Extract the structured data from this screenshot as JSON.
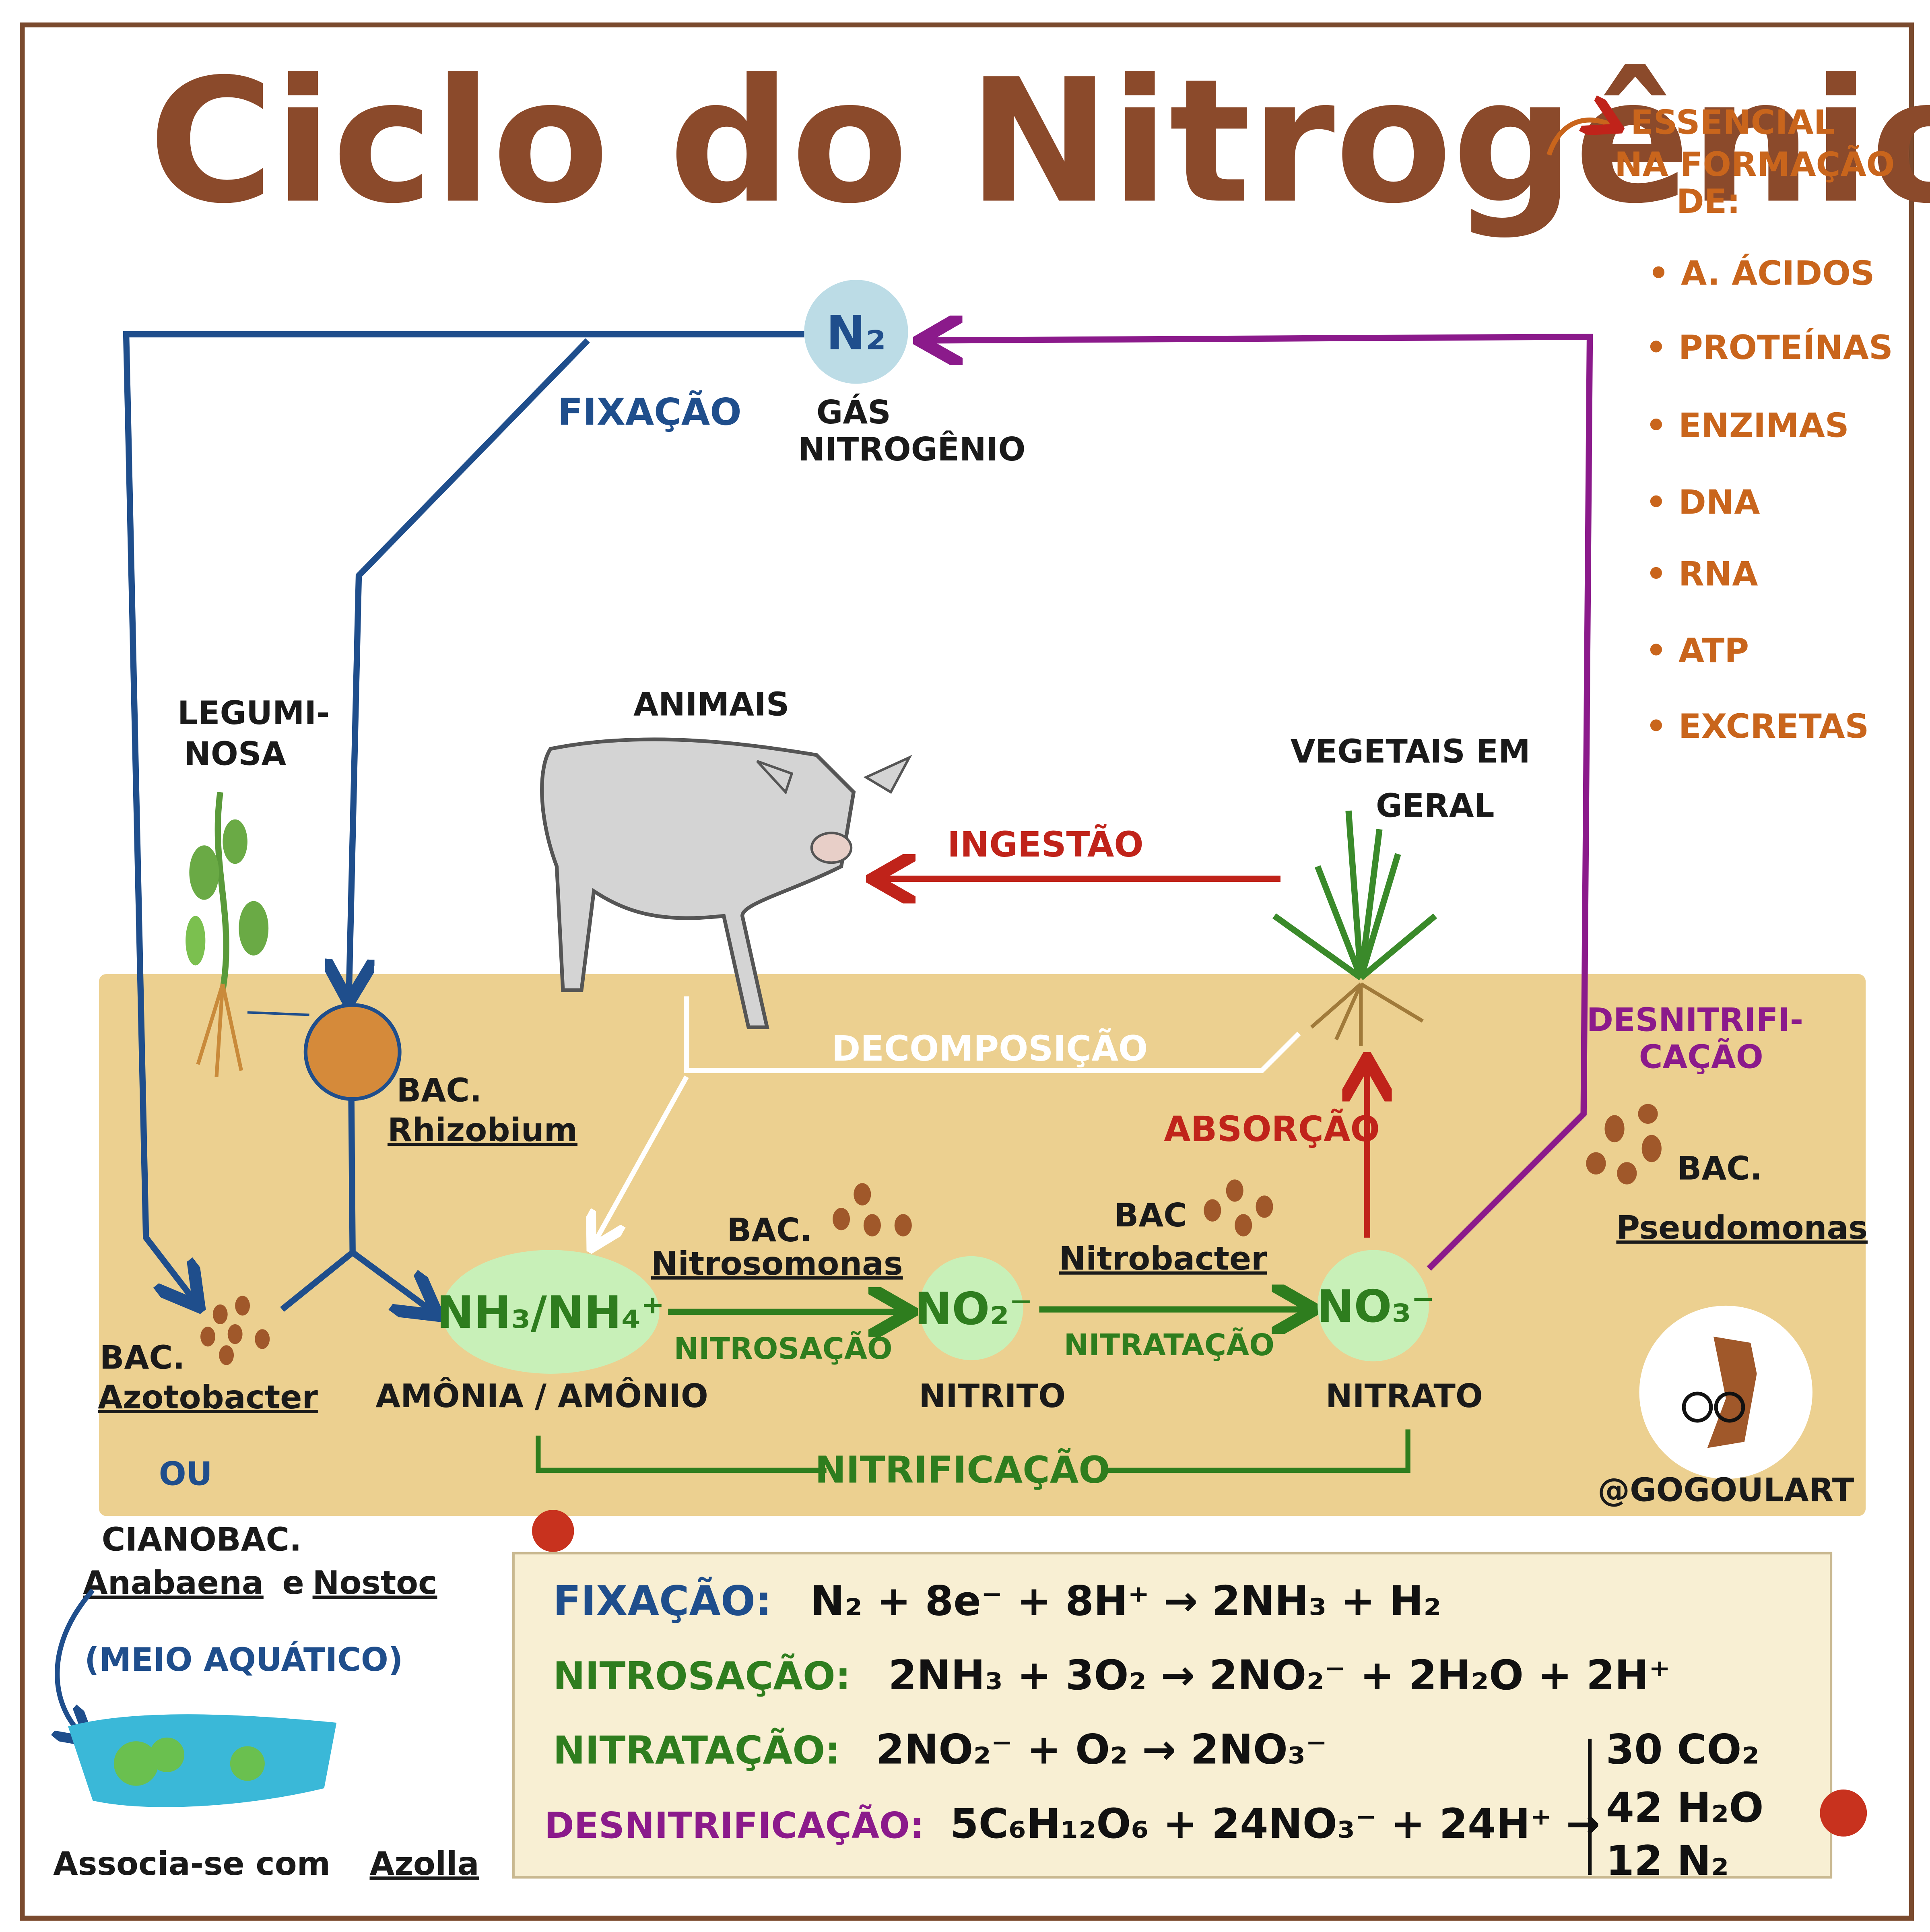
{
  "title": "Ciclo do Nitrogênio",
  "essential": {
    "heading": [
      "ESSENCIAL",
      "NA FORMAÇÃO",
      "DE:"
    ],
    "items": [
      "• A. ÁCIDOS",
      "• PROTEÍNAS",
      "• ENZIMAS",
      "• DNA",
      "• RNA",
      "• ATP",
      "• EXCRETAS"
    ]
  },
  "n2": {
    "symbol": "N₂",
    "label_1": "GÁS",
    "label_2": "NITROGÊNIO"
  },
  "fixation_label": "FIXAÇÃO",
  "denitrification_label": [
    "DESNITRIFI-",
    "CAÇÃO"
  ],
  "leguminosa": [
    "LEGUMI-",
    "NOSA"
  ],
  "animals": "ANIMAIS",
  "plants": [
    "VEGETAIS EM",
    "GERAL"
  ],
  "ingestion": "INGESTÃO",
  "decomposition": "DECOMPOSIÇÃO",
  "absorption": "ABSORÇÃO",
  "rhizobium": {
    "prefix": "BAC.",
    "name": "Rhizobium"
  },
  "azotobacter": {
    "prefix": "BAC.",
    "name": "Azotobacter",
    "or": "OU"
  },
  "ammonia": {
    "symbol": "NH₃/NH₄⁺",
    "label": "AMÔNIA / AMÔNIO"
  },
  "nitrosomonas": {
    "prefix": "BAC.",
    "name": "Nitrosomonas",
    "process": "NITROSAÇÃO"
  },
  "nitrite": {
    "symbol": "NO₂⁻",
    "label": "NITRITO"
  },
  "nitrobacter": {
    "prefix": "BAC",
    "name": "Nitrobacter",
    "process": "NITRATAÇÃO"
  },
  "nitrate": {
    "symbol": "NO₃⁻",
    "label": "NITRATO"
  },
  "nitrification": "NITRIFICAÇÃO",
  "pseudomonas": {
    "prefix": "BAC.",
    "name": "Pseudomonas"
  },
  "author": "@GOGOULART",
  "cyano": {
    "prefix": "CIANOBAC.",
    "name_1": "Anabaena",
    "and": "e",
    "name_2": "Nostoc",
    "medium": "(MEIO AQUÁTICO)",
    "assoc": "Associa-se com",
    "assoc_name": "Azolla"
  },
  "equations": [
    {
      "label": "FIXAÇÃO:",
      "formula": "N₂ + 8e⁻ + 8H⁺ → 2NH₃ + H₂",
      "color": "#1f4e8c"
    },
    {
      "label": "NITROSAÇÃO:",
      "formula": "2NH₃ + 3O₂ → 2NO₂⁻ + 2H₂O + 2H⁺",
      "color": "#2e7d1e"
    },
    {
      "label": "NITRATAÇÃO:",
      "formula": "2NO₂⁻ + O₂ → 2NO₃⁻",
      "color": "#2e7d1e"
    },
    {
      "label": "DESNITRIFICAÇÃO:",
      "formula": "5C₆H₁₂O₆ + 24NO₃⁻ + 24H⁺ →",
      "color": "#8b1a8b"
    }
  ],
  "denitrification_products": [
    "30 CO₂",
    "42 H₂O",
    "12 N₂"
  ],
  "colors": {
    "title": "#8b4a2b",
    "fixation": "#1f4e8c",
    "nitrification": "#2e7d1e",
    "denitrification": "#8b1a8b",
    "ingestion": "#c0231a",
    "soil": "#ecd090",
    "list": "#c9651c"
  }
}
